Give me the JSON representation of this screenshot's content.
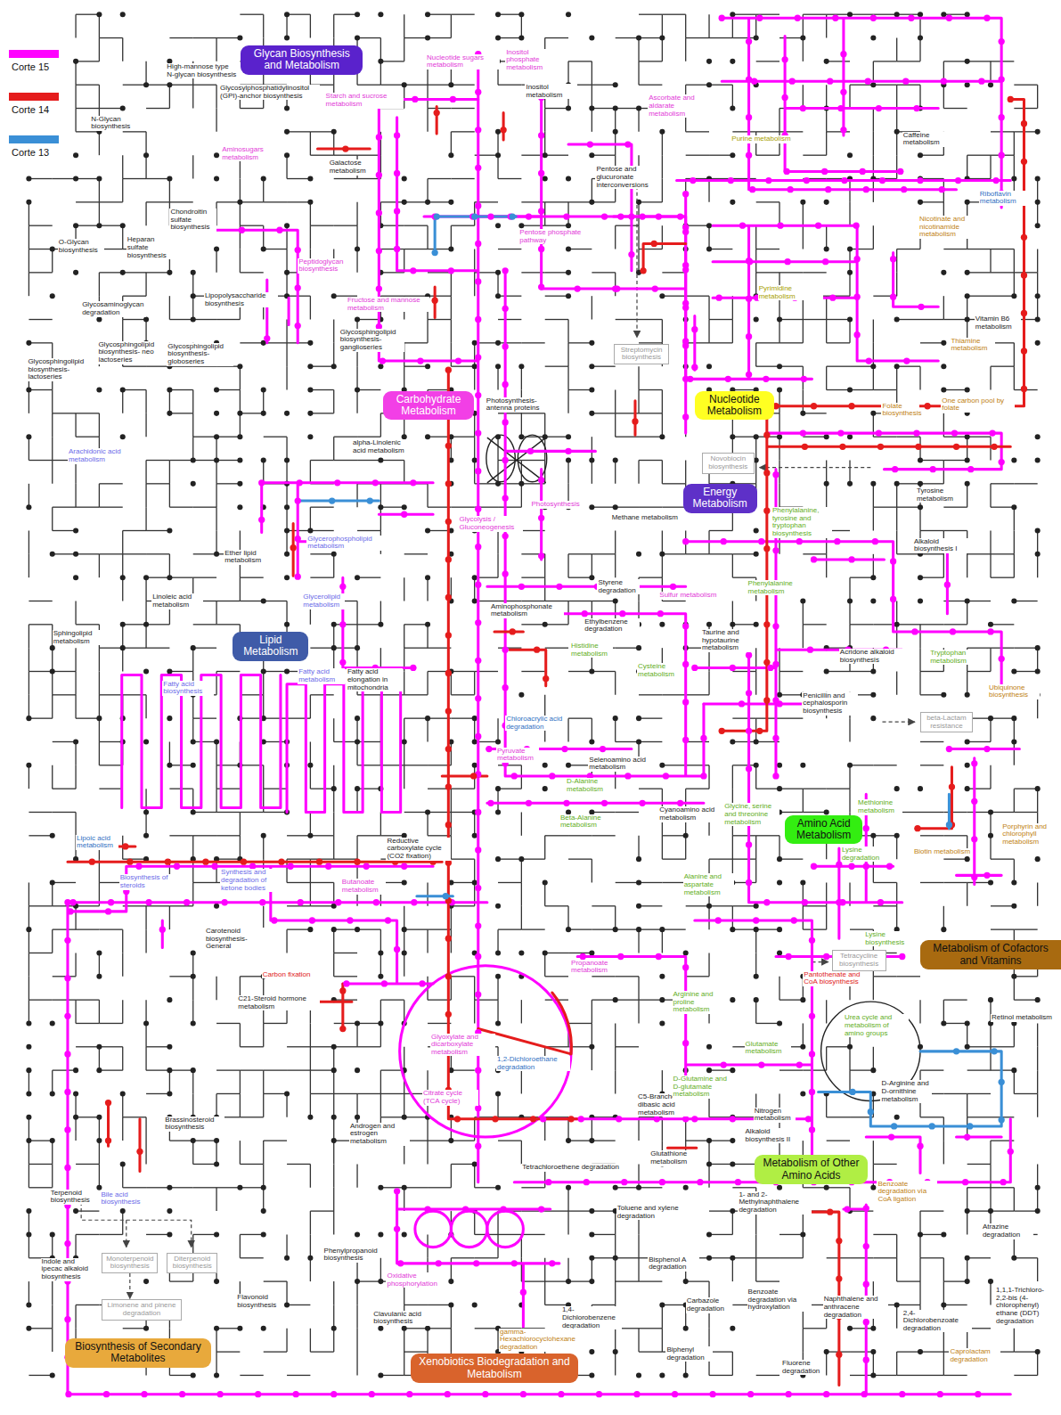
{
  "diagram": {
    "nodes": [
      {
        "text": [
          "Glycan Biosynthesis and Metabolism"
        ]
      },
      {
        "text": [
          "Streptomycin biosynthesis"
        ]
      },
      {
        "text": [
          "Carbohydrate Metabolism"
        ]
      },
      {
        "text": [
          "Nucleotide Metabolism"
        ]
      },
      {
        "text": [
          "Novobiocin biosynthesis"
        ]
      },
      {
        "text": [
          "Energy Metabolism"
        ]
      },
      {
        "text": [
          "Lipid Metabolism"
        ]
      },
      {
        "text": [
          "beta-Lactam resistance"
        ]
      },
      {
        "text": [
          "Amino Acid Metabolism"
        ]
      },
      {
        "text": [
          "Metabolism of Cofactors and Vitamins"
        ]
      },
      {
        "text": [
          "Tetracycline biosynthesis"
        ]
      },
      {
        "text": [
          "Metabolism of Other Amino Acids"
        ]
      },
      {
        "text": [
          "Monoterpenoid biosynthesis"
        ]
      },
      {
        "text": [
          "Diterpenoid biosynthesis"
        ]
      },
      {
        "text": [
          "Limonene and pinene degradation"
        ]
      },
      {
        "text": [
          "Biosynthesis of Secondary Metabolites"
        ]
      },
      {
        "text": [
          "Xenobiotics Biodegradation and Metabolism"
        ]
      }
    ],
    "edges": [
      {
        "from": 12,
        "to": 14,
        "arrow": "to"
      }
    ],
    "labels": [
      "High-mannose type N-glycan biosynthesis",
      "Glycosylphosphatidylinositol (GPI)-anchor biosynthesis",
      "N-Glycan biosynthesis",
      "Nucleotide sugars metabolism",
      "Inositol phosphate metabolism",
      "Inositol metabolism",
      "Starch and sucrose metabolism",
      "Ascorbate and aldarate metabolism",
      "Purine metabolism",
      "Caffeine metabolism",
      "Aminosugars metabolism",
      "Galactose metabolism",
      "Pentose and glucuronate interconversions",
      "Riboflavin metabolism",
      "Chondroitin sulfate biosynthesis",
      "O-Glycan biosynthesis",
      "Heparan sulfate biosynthesis",
      "Pentose phosphate pathway",
      "Nicotinate and nicotinamide metabolism",
      "Peptidoglycan biosynthesis",
      "Fructose and mannose metabolism",
      "Lipopolysaccharide biosynthesis",
      "Glycosaminoglycan degradation",
      "Pyrimidine metabolism",
      "Vitamin B6 metabolism",
      "Thiamine metabolism",
      "Glycosphingolipid biosynthesis- neo lactoseries",
      "Glycosphingolipid biosynthesis- globoseries",
      "Glycosphingolipid biosynthesis- lactoseries",
      "Glycosphingolipid biosynthesis- ganglioseries",
      "Photosynthesis- antenna proteins",
      "One carbon pool by folate",
      "Folate biosynthesis",
      "alpha-Linolenic acid metabolism",
      "Arachidonic acid metabolism",
      "Glycolysis / Gluconeogenesis",
      "Photosynthesis",
      "Methane metabolism",
      "Tyrosine metabolism",
      "Glycerophospholipid metabolism",
      "Ether lipid metabolism",
      "Alkaloid biosynthesis I",
      "Phenylalanine, tyrosine and tryptophan biosynthesis",
      "Linoleic acid metabolism",
      "Glycerolipid metabolism",
      "Styrene degradation",
      "Sulfur metabolism",
      "Phenylalanine metabolism",
      "Sphingolipid metabolism",
      "Aminophosphonate metabolism",
      "Ethylbenzene degradation",
      "Histidine metabolism",
      "Taurine and hypotaurine metabolism",
      "Acridone alkaloid biosynthesis",
      "Tryptophan metabolism",
      "Ubiquinone biosynthesis",
      "Cysteine metabolism",
      "Fatty acid biosynthesis",
      "Fatty acid metabolism",
      "Fatty acid elongation in mitochondria",
      "Penicillin and cephalosporin biosynthesis",
      "Chloroacrylic acid degradation",
      "Pyruvate metabolism",
      "Selenoamino acid metabolism",
      "D-Alanine metabolism",
      "Beta-Alanine metabolism",
      "Cyanoamino acid metabolism",
      "Glycine, serine and threonine metabolism",
      "Methionine metabolism",
      "Porphyrin and chlorophyll metabolism",
      "Lipoic acid metabolism",
      "Reductive carboxylate cycle (CO2 fixation)",
      "Biotin metabolism",
      "Lysine degradation",
      "Biosynthesis of steroids",
      "Synthesis and degradation of ketone bodies",
      "Butanoate metabolism",
      "Alanine and aspartate metabolism",
      "Carotenoid biosynthesis- General",
      "Propanoate metabolism",
      "Lysine biosynthesis",
      "Carbon fixation",
      "C21-Steroid hormone metabolism",
      "Pantothenate and CoA biosynthesis",
      "Retinol metabolism",
      "Urea cycle and metabolism of amino groups",
      "Glyoxylate and dicarboxylate metabolism",
      "1,2-Dichloroethane degradation",
      "Citrate cycle (TCA cycle)",
      "Glutamate metabolism",
      "Arginine and proline metabolism",
      "C5-Branched dibasic acid metabolism",
      "D-Glutamine and D-glutamate metabolism",
      "Nitrogen metabolism",
      "D-Arginine and D-ornithine metabolism",
      "Alkaloid biosynthesis II",
      "Glutathione metabolism",
      "Brassinosteroid biosynthesis",
      "Androgen and estrogen metabolism",
      "Tetrachloroethene degradation",
      "Benzoate degradation via CoA ligation",
      "Terpenoid biosynthesis",
      "Bile acid biosynthesis",
      "Toluene and xylene degradation",
      "1- and 2-Methylnaphthalene degradation",
      "Atrazine degradation",
      "Phenylpropanoid biosynthesis",
      "Indole and ipecac alkaloid biosynthesis",
      "Bisphenol A degradation",
      "Oxidative phosphorylation",
      "Flavonoid biosynthesis",
      "Carbazole degradation",
      "Benzoate degradation via hydroxylation",
      "Naphthalene and anthracene degradation",
      "1,4-Dichlorobenzene degradation",
      "2,4-Dichlorobenzoate degradation",
      "1,1,1-Trichloro-2,2-bis (4-chlorophenyl) ethane (DDT) degradation",
      "Clavulanic acid biosynthesis",
      "gamma-Hexachlorocyclohexane degradation",
      "Biphenyl degradation",
      "Fluorene degradation",
      "Caprolactam degradation"
    ],
    "legend": [
      {
        "text": "Corte 15",
        "color": "#ff00ff"
      },
      {
        "text": "Corte 14",
        "color": "#e51c1c"
      },
      {
        "text": "Corte 13",
        "color": "#3a8fd6"
      }
    ]
  }
}
